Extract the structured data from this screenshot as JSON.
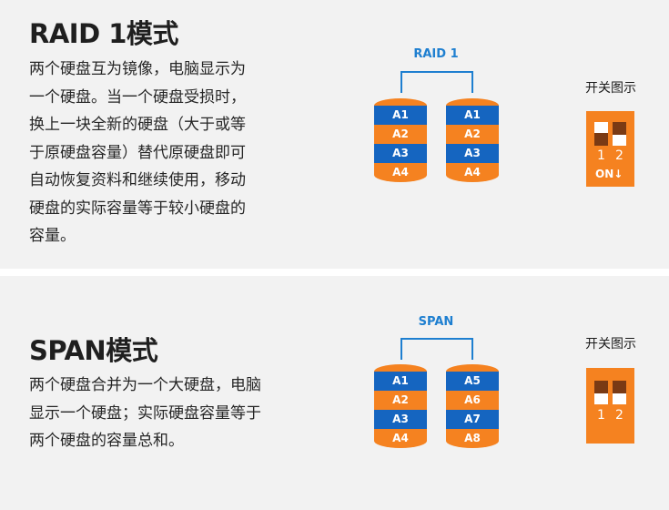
{
  "raid": {
    "title": "RAID 1模式",
    "lines": [
      "两个硬盘互为镜像，电脑显示为",
      "一个硬盘。当一个硬盘受损时，",
      "换上一块全新的硬盘（大于或等",
      "于原硬盘容量）替代原硬盘即可",
      "自动恢复资料和继续使用，移动",
      "硬盘的实际容量等于较小硬盘的",
      "容量。"
    ],
    "diagram_label": "RAID 1",
    "disk_left": [
      "A1",
      "A2",
      "A3",
      "A4"
    ],
    "disk_right": [
      "A1",
      "A2",
      "A3",
      "A4"
    ],
    "dip_title": "开关图示",
    "dip_nums": [
      "1",
      "2"
    ],
    "dip_on": "ON↓"
  },
  "span": {
    "title": "SPAN模式",
    "lines": [
      "两个硬盘合并为一个大硬盘，电脑",
      "显示一个硬盘；实际硬盘容量等于",
      "两个硬盘的容量总和。"
    ],
    "diagram_label": "SPAN",
    "disk_left": [
      "A1",
      "A2",
      "A3",
      "A4"
    ],
    "disk_right": [
      "A5",
      "A6",
      "A7",
      "A8"
    ],
    "dip_title": "开关图示",
    "dip_nums": [
      "1",
      "2"
    ]
  },
  "colors": {
    "blue": "#1565c0",
    "orange": "#f58220",
    "accent": "#1e7fd0"
  }
}
